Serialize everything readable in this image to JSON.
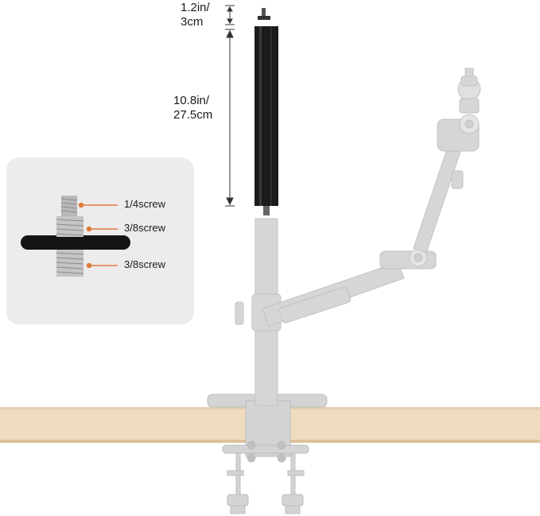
{
  "dimensions": {
    "top_length": "1.2in/\n3cm",
    "top_length_line1": "1.2in/",
    "top_length_line2": "3cm",
    "main_length_line1": "10.8in/",
    "main_length_line2": "27.5cm"
  },
  "inset": {
    "labels": [
      "1/4screw",
      "3/8screw",
      "3/8screw"
    ]
  },
  "colors": {
    "accent_orange": "#e07a3c",
    "rod_black": "#1b1b1b",
    "ghost_grey": "#c8c8c8",
    "desk_wood": "#efdcc0",
    "inset_bg": "#ececec"
  }
}
